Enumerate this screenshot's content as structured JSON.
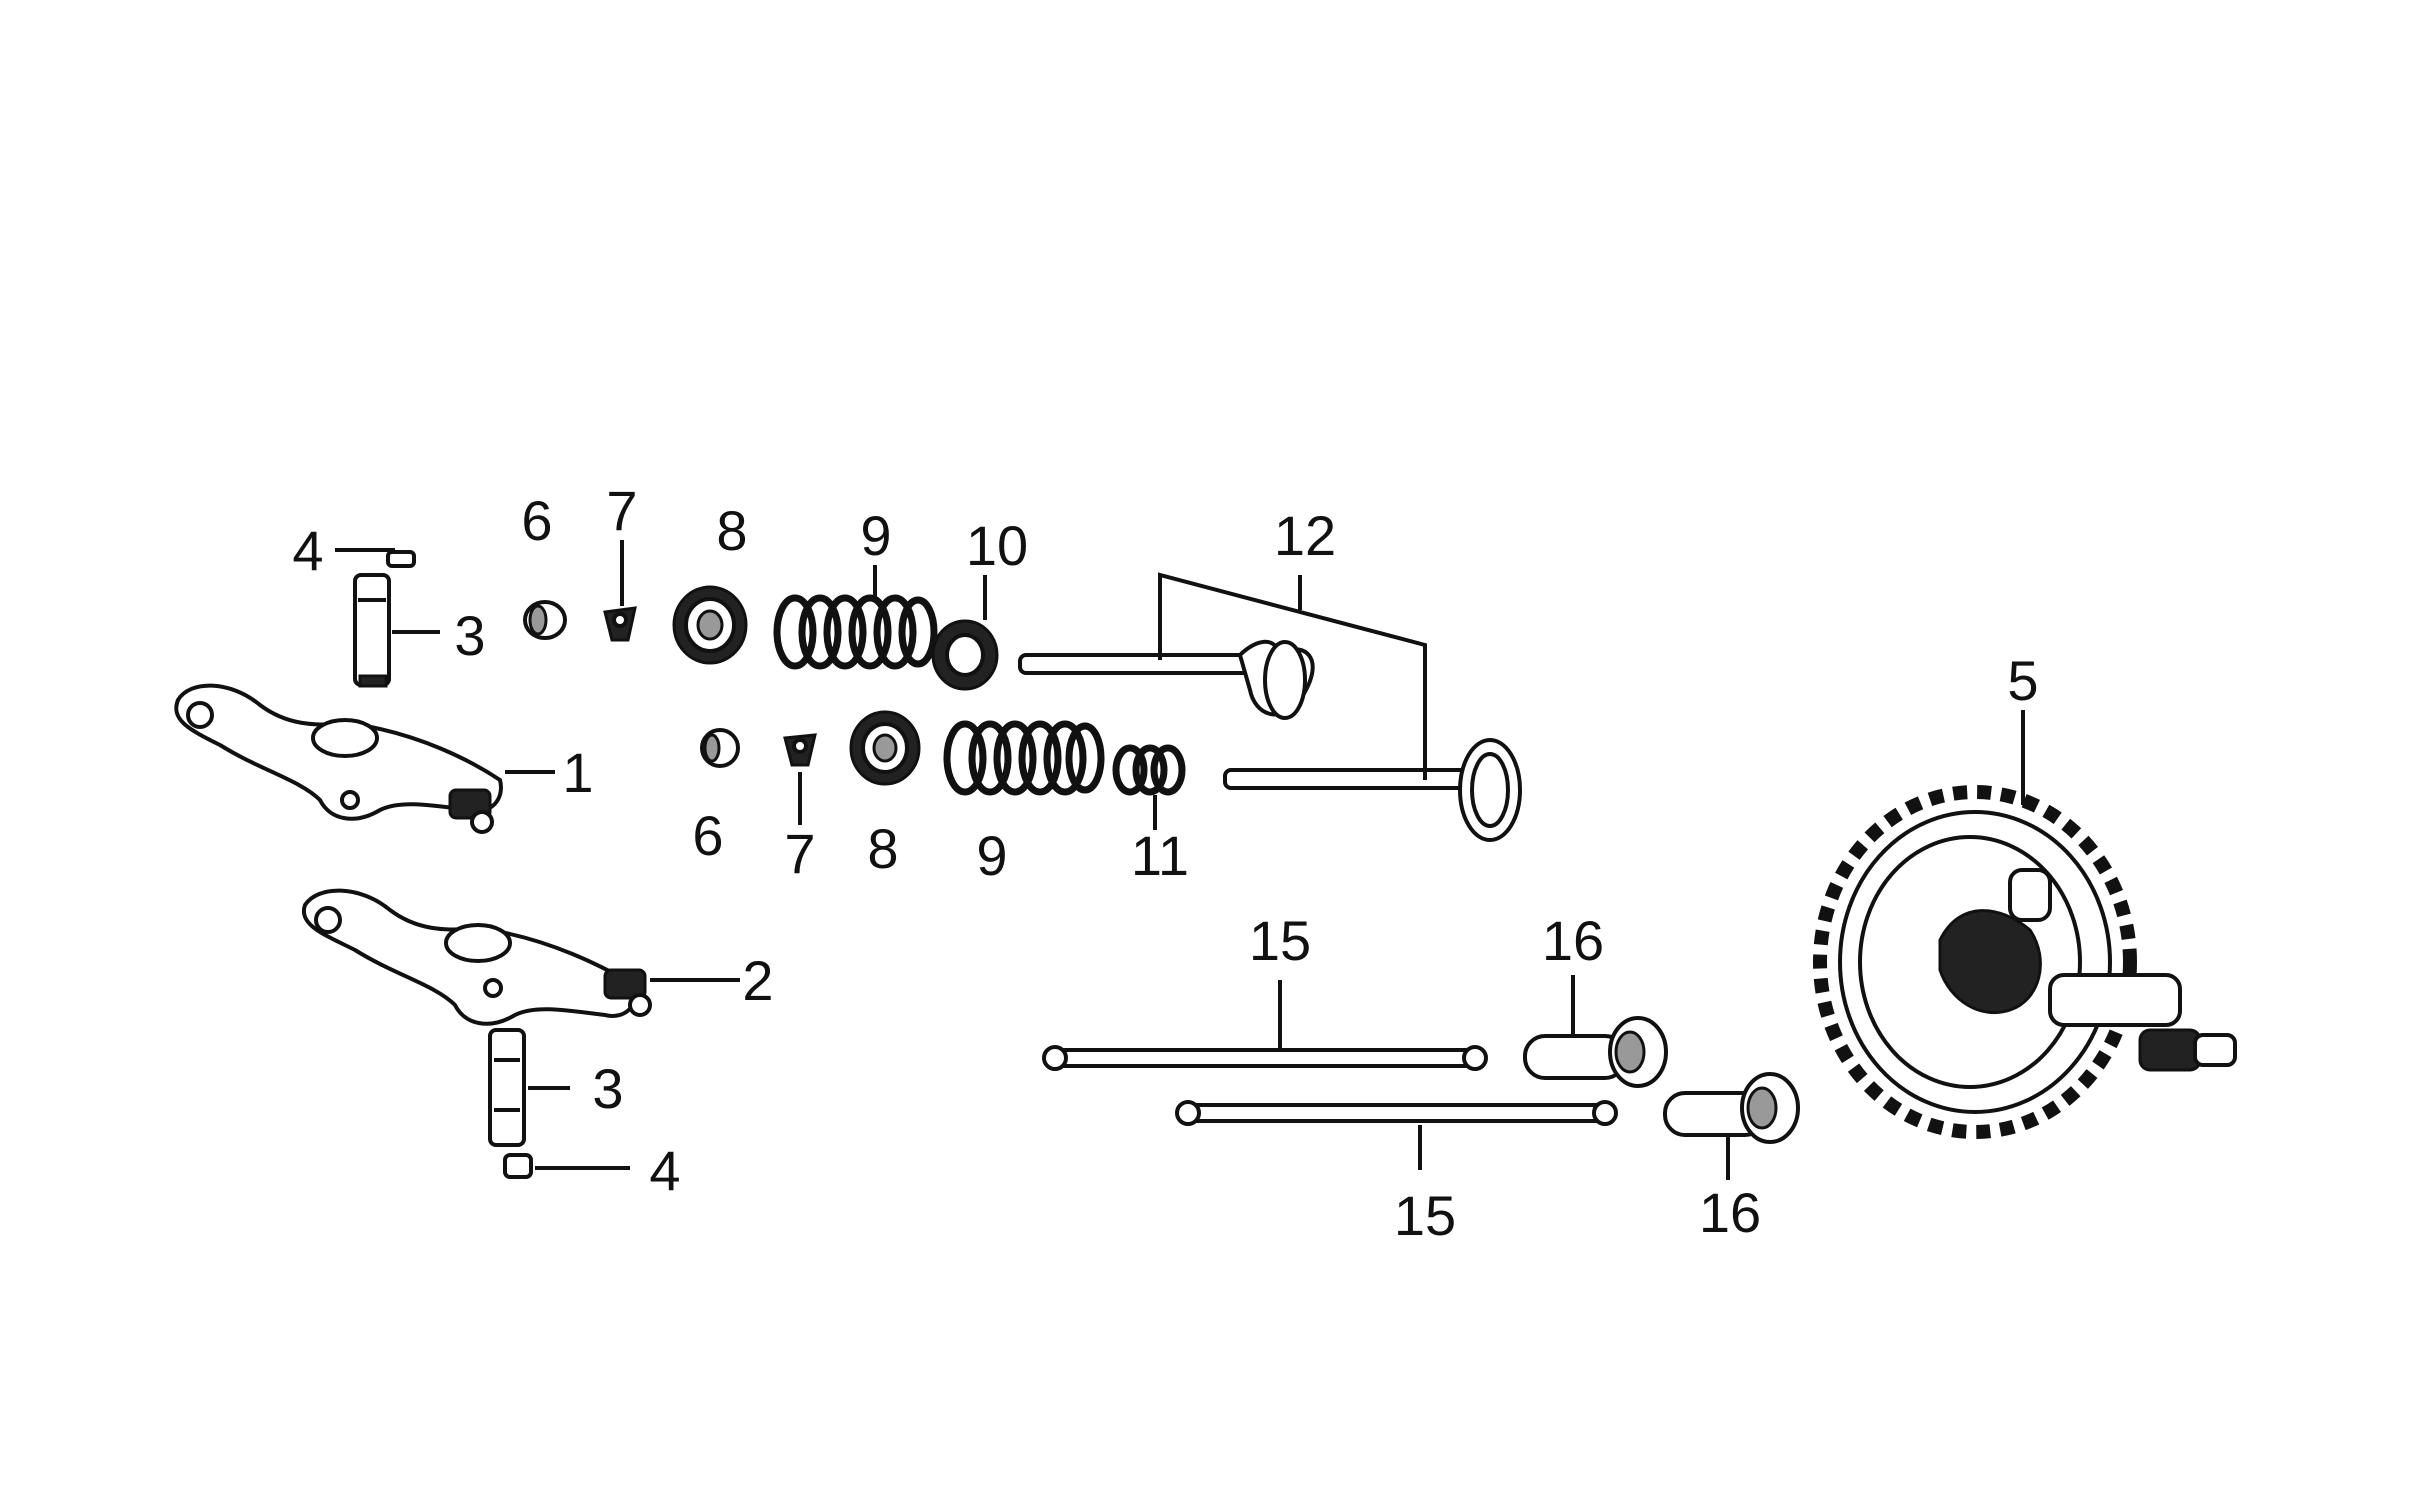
{
  "labels": {
    "rocker_arm_1": "1",
    "rocker_arm_2": "2",
    "pin_3_top": "3",
    "pin_3_bottom": "3",
    "cap_4_top": "4",
    "cap_4_bottom": "4",
    "camshaft_5": "5",
    "cap_6_top": "6",
    "cap_6_bottom": "6",
    "collet_7_top": "7",
    "collet_7_bottom": "7",
    "retainer_8_top": "8",
    "retainer_8_bottom": "8",
    "spring_9_top": "9",
    "spring_9_bottom": "9",
    "seal_10": "10",
    "seal_11": "11",
    "valves_12": "12",
    "pushrod_15_top": "15",
    "pushrod_15_bottom": "15",
    "tappet_16_top": "16",
    "tappet_16_bottom": "16"
  },
  "colors": {
    "ink": "#111111",
    "paper": "#ffffff",
    "shade": "#999999"
  }
}
